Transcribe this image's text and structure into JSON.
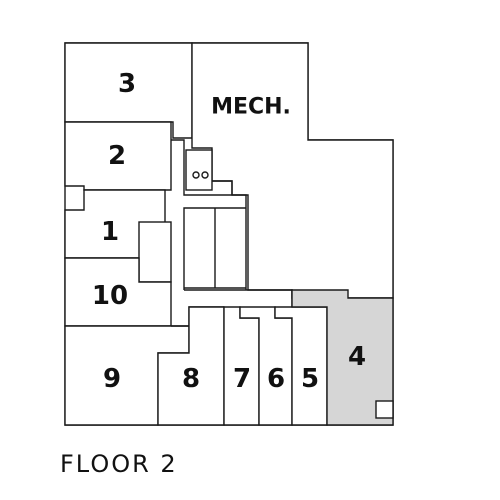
{
  "plan": {
    "floor_label": "FLOOR 2",
    "highlight_color": "#d6d6d6",
    "wall_color": "#1a1a1a",
    "highlighted_room": "4",
    "rooms": [
      {
        "id": "3",
        "label": "3"
      },
      {
        "id": "mech",
        "label": "MECH."
      },
      {
        "id": "2",
        "label": "2"
      },
      {
        "id": "1",
        "label": "1"
      },
      {
        "id": "10",
        "label": "10"
      },
      {
        "id": "9",
        "label": "9"
      },
      {
        "id": "8",
        "label": "8"
      },
      {
        "id": "7",
        "label": "7"
      },
      {
        "id": "6",
        "label": "6"
      },
      {
        "id": "5",
        "label": "5"
      },
      {
        "id": "4",
        "label": "4"
      }
    ]
  }
}
